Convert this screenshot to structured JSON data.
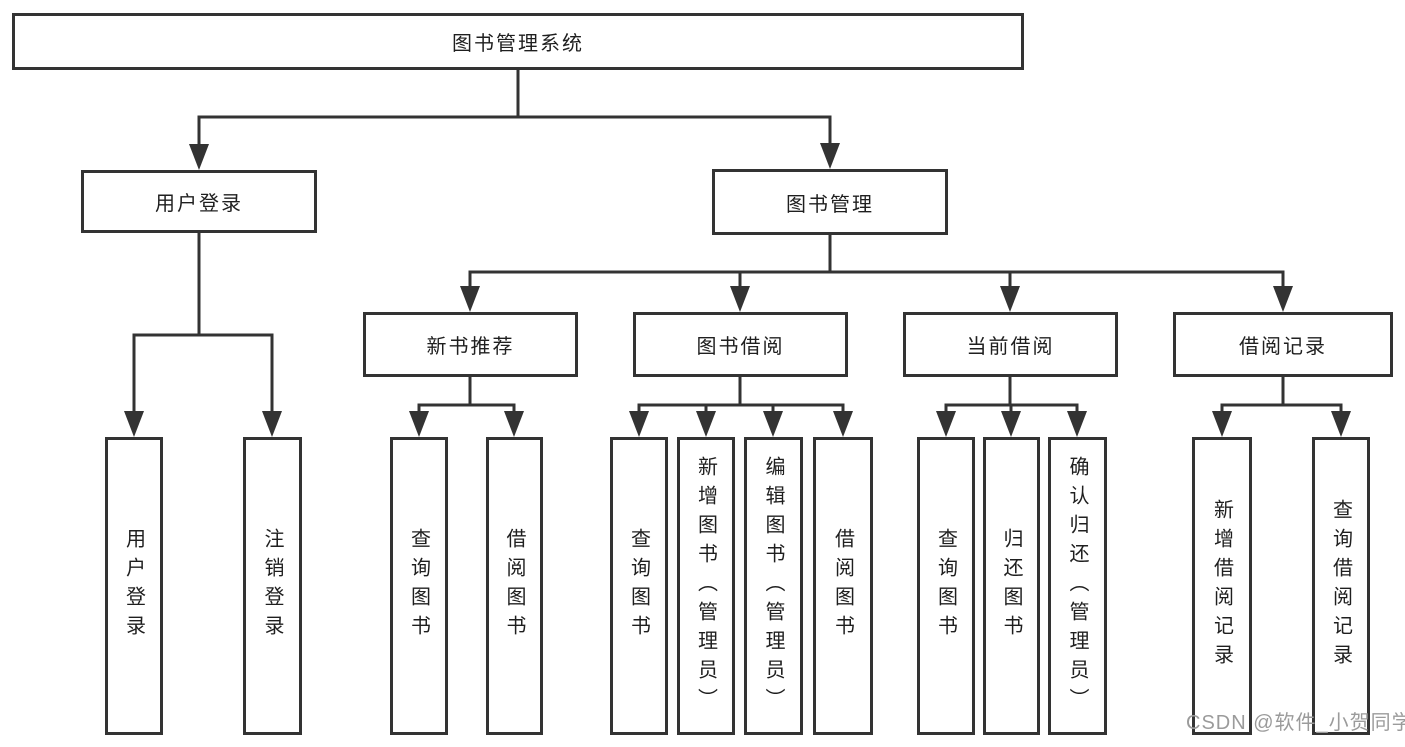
{
  "diagram_type": "tree-diagram",
  "tree": {
    "label": "图书管理系统",
    "children": [
      {
        "label": "用户登录",
        "children": [
          {
            "label": "用户登录"
          },
          {
            "label": "注销登录"
          }
        ]
      },
      {
        "label": "图书管理",
        "children": [
          {
            "label": "新书推荐",
            "children": [
              {
                "label": "查询图书"
              },
              {
                "label": "借阅图书"
              }
            ]
          },
          {
            "label": "图书借阅",
            "children": [
              {
                "label": "查询图书"
              },
              {
                "label": "新增图书（管理员）"
              },
              {
                "label": "编辑图书（管理员）"
              },
              {
                "label": "借阅图书"
              }
            ]
          },
          {
            "label": "当前借阅",
            "children": [
              {
                "label": "查询图书"
              },
              {
                "label": "归还图书"
              },
              {
                "label": "确认归还（管理员）"
              }
            ]
          },
          {
            "label": "借阅记录",
            "children": [
              {
                "label": "新增借阅记录"
              },
              {
                "label": "查询借阅记录"
              }
            ]
          }
        ]
      }
    ]
  },
  "watermark": {
    "text": "CSDN @软件_小贺同学"
  },
  "colors": {
    "line": "#333333",
    "box_border": "#333333",
    "text": "#1f1f1f",
    "watermark": "#9b9b9b",
    "background": "#ffffff"
  }
}
